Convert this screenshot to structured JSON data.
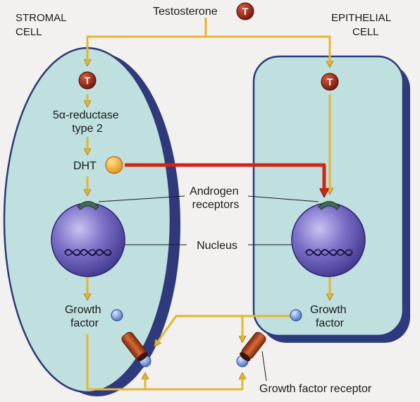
{
  "labels": {
    "stromal_cell": [
      "STROMAL",
      "CELL"
    ],
    "epithelial_cell": [
      "EPITHELIAL",
      "CELL"
    ],
    "testosterone": "Testosterone",
    "t_symbol": "T",
    "five_alpha_reductase": [
      "5α-reductase",
      "type 2"
    ],
    "dht": "DHT",
    "androgen_receptors": [
      "Androgen",
      "receptors"
    ],
    "nucleus": "Nucleus",
    "growth_factor_left": [
      "Growth",
      "factor"
    ],
    "growth_factor_right": [
      "Growth",
      "factor"
    ],
    "growth_factor_receptor": "Growth factor receptor"
  },
  "colors": {
    "cell_fill": "#bfe0df",
    "cell_edge": "#2c3a78",
    "cell_shadow": "#2f3a7c",
    "arrow": "#e4b533",
    "red_arrow": "#d42415",
    "testosterone_ball": "#8e1d12",
    "dht_ball": "#f0a12c",
    "nucleus": "#6a5fb8",
    "growth_factor_ball": "#5f82cf",
    "receptor": "#b0481f"
  }
}
